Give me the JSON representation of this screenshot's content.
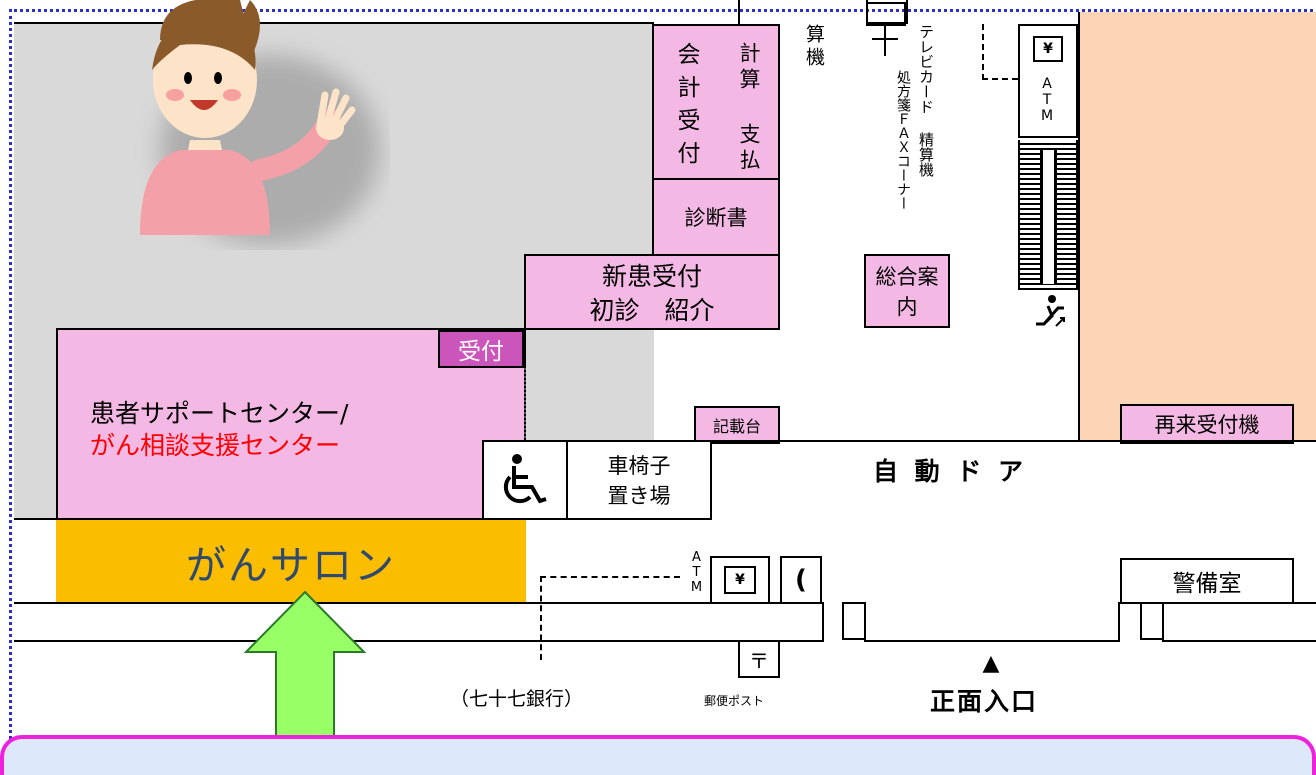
{
  "rooms": {
    "cashier_left": "会計受付",
    "cashier_right": "計算 支払",
    "certificate": "診断書",
    "new_patient_line1": "新患受付",
    "new_patient_line2": "初診　紹介",
    "general_info": "総合案内",
    "reception": "受付",
    "support_line1": "患者サポートセンター/",
    "support_line2": "がん相談支援センター",
    "salon": "がんサロン",
    "writing_desk": "記載台",
    "wheelchair_line1": "車椅子",
    "wheelchair_line2": "置き場",
    "auto_door": "自 動 ド ア",
    "revisit_machine": "再来受付機",
    "guard_room": "警備室",
    "calculator_top": "算機",
    "prescription_fax": "処方箋ＦＡＸコーナー",
    "tv_card": "テレビカード 精算機",
    "atm_right": "ATM",
    "atm_bottom": "ATM",
    "bank": "（七十七銀行）",
    "post_mark": "〒",
    "post_box": "郵便ポスト",
    "main_entrance": "正面入口",
    "entrance_arrow": "▲",
    "yen_symbol": "¥",
    "phone_symbol": "("
  },
  "colors": {
    "room_pink": "#f4b8e4",
    "salon_orange": "#fbbd00",
    "right_area": "#fbd5b5",
    "left_area": "#d9d9d9",
    "arrow_green": "#99ff66",
    "cancer_red": "#ff0000",
    "frame_blue": "#2a2fc8",
    "bottom_magenta": "#ee22dd"
  },
  "icons": [
    "wheelchair-icon",
    "escalator-icon",
    "atm-icon",
    "phone-icon",
    "post-icon",
    "person-illustration"
  ]
}
